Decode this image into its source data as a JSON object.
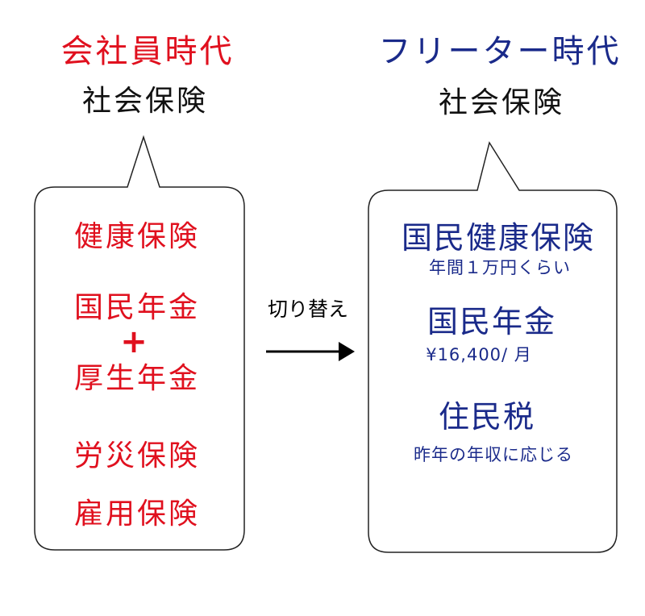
{
  "colors": {
    "left_text": "#e0101e",
    "right_text": "#1a2a8a",
    "outline": "#222222"
  },
  "left": {
    "heading": "会社員時代",
    "subheading": "社会保険",
    "items": [
      "健康保険",
      "国民年金",
      "厚生年金",
      "労災保険",
      "雇用保険"
    ],
    "plus": "+"
  },
  "right": {
    "heading": "フリーター時代",
    "subheading": "社会保険",
    "items": [
      {
        "name": "国民健康保険",
        "note": "年間１万円くらい"
      },
      {
        "name": "国民年金",
        "note": "¥16,400/ 月"
      },
      {
        "name": "住民税",
        "note": "昨年の年収に応じる"
      }
    ]
  },
  "transition": {
    "label": "切り替え",
    "arrow_icon": "right-arrow-icon"
  }
}
